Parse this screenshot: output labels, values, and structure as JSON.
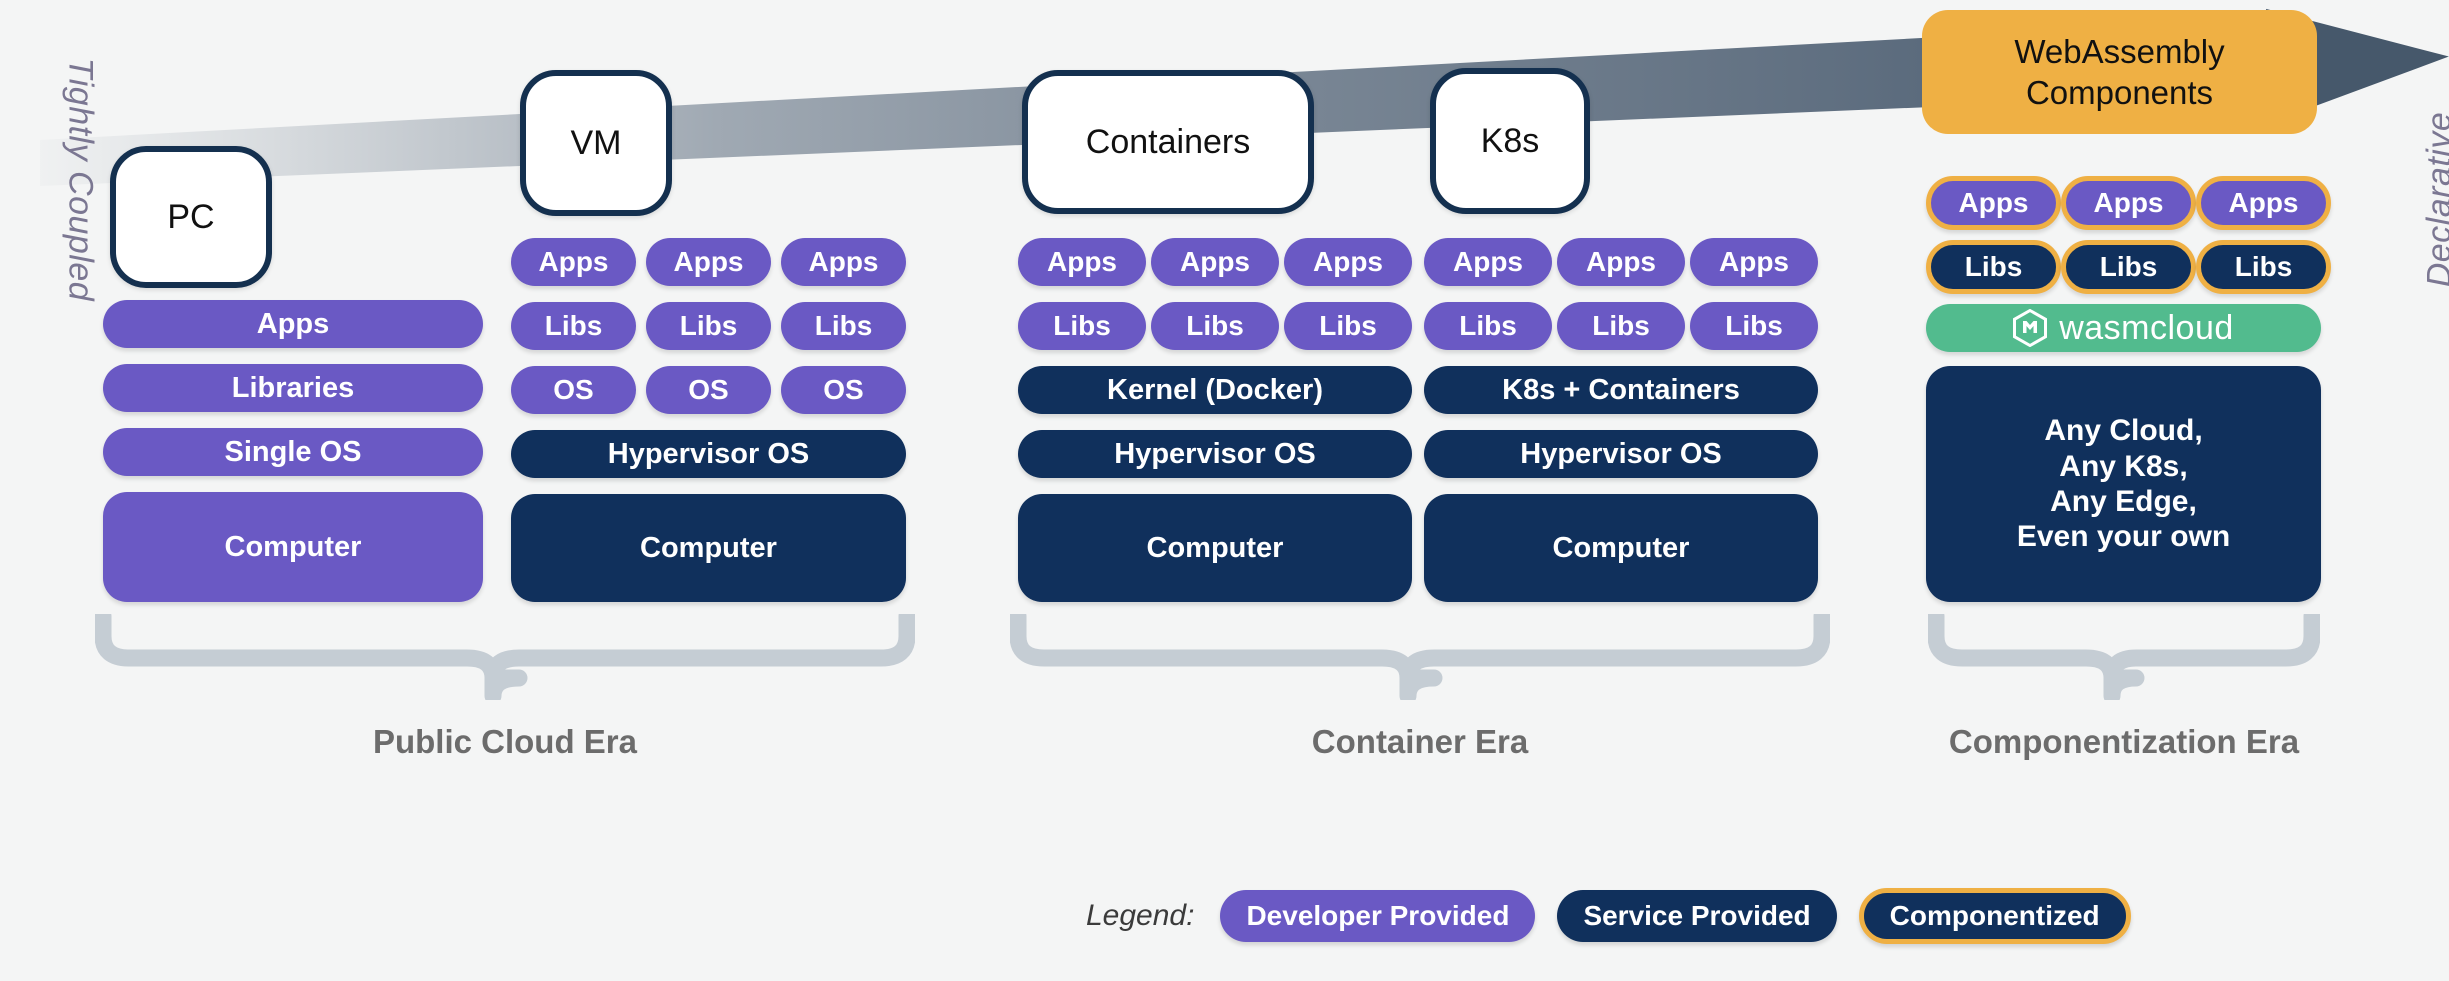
{
  "axis": {
    "left_label": "Tightly Coupled",
    "right_label": "Declarative"
  },
  "colors": {
    "background": "#f4f5f5",
    "developer_provided": "#6a59c4",
    "service_provided": "#10305c",
    "componentized_border": "#efb044",
    "wasmcloud_green": "#52bb8e",
    "bubble_border": "#14304f",
    "band_gray": "#5b6b7d",
    "brace_gray": "#c5cdd4",
    "era_text": "#6c6c6c",
    "axis_text": "#7b7792"
  },
  "nodes": [
    {
      "id": "pc",
      "label": "PC"
    },
    {
      "id": "vm",
      "label": "VM"
    },
    {
      "id": "containers",
      "label": "Containers"
    },
    {
      "id": "k8s",
      "label": "K8s"
    }
  ],
  "wasm_box": {
    "line1": "WebAssembly",
    "line2": "Components"
  },
  "stacks": [
    {
      "id": "pc-stack",
      "node": "PC",
      "layers": [
        {
          "label": "Apps",
          "kind": "developer"
        },
        {
          "label": "Libraries",
          "kind": "developer"
        },
        {
          "label": "Single OS",
          "kind": "developer"
        },
        {
          "label": "Computer",
          "kind": "developer"
        }
      ]
    },
    {
      "id": "vm-stack",
      "node": "VM",
      "columns": [
        {
          "apps": "Apps",
          "libs": "Libs",
          "os": "OS"
        },
        {
          "apps": "Apps",
          "libs": "Libs",
          "os": "OS"
        },
        {
          "apps": "Apps",
          "libs": "Libs",
          "os": "OS"
        }
      ],
      "layers": [
        {
          "label": "Hypervisor OS",
          "kind": "service"
        },
        {
          "label": "Computer",
          "kind": "service"
        }
      ]
    },
    {
      "id": "containers-stack",
      "node": "Containers",
      "columns": [
        {
          "apps": "Apps",
          "libs": "Libs"
        },
        {
          "apps": "Apps",
          "libs": "Libs"
        },
        {
          "apps": "Apps",
          "libs": "Libs"
        }
      ],
      "layers": [
        {
          "label": "Kernel (Docker)",
          "kind": "service"
        },
        {
          "label": "Hypervisor OS",
          "kind": "service"
        },
        {
          "label": "Computer",
          "kind": "service"
        }
      ]
    },
    {
      "id": "k8s-stack",
      "node": "K8s",
      "columns": [
        {
          "apps": "Apps",
          "libs": "Libs"
        },
        {
          "apps": "Apps",
          "libs": "Libs"
        },
        {
          "apps": "Apps",
          "libs": "Libs"
        }
      ],
      "layers": [
        {
          "label": "K8s + Containers",
          "kind": "service"
        },
        {
          "label": "Hypervisor OS",
          "kind": "service"
        },
        {
          "label": "Computer",
          "kind": "service"
        }
      ]
    },
    {
      "id": "wasm-stack",
      "node": "WebAssembly Components",
      "columns": [
        {
          "apps": "Apps",
          "libs": "Libs"
        },
        {
          "apps": "Apps",
          "libs": "Libs"
        },
        {
          "apps": "Apps",
          "libs": "Libs"
        }
      ],
      "platform": {
        "label": "wasmcloud",
        "icon": "wasmcloud-hexagon-icon"
      },
      "foundation": {
        "line1": "Any Cloud,",
        "line2": "Any K8s,",
        "line3": "Any Edge,",
        "line4": "Even your own"
      }
    }
  ],
  "eras": [
    {
      "id": "public-cloud",
      "label": "Public Cloud Era"
    },
    {
      "id": "container",
      "label": "Container Era"
    },
    {
      "id": "component",
      "label": "Componentization Era"
    }
  ],
  "legend": {
    "title": "Legend:",
    "items": [
      {
        "id": "developer-provided",
        "label": "Developer Provided",
        "kind": "developer"
      },
      {
        "id": "service-provided",
        "label": "Service Provided",
        "kind": "service"
      },
      {
        "id": "componentized",
        "label": "Componentized",
        "kind": "componentized"
      }
    ]
  }
}
